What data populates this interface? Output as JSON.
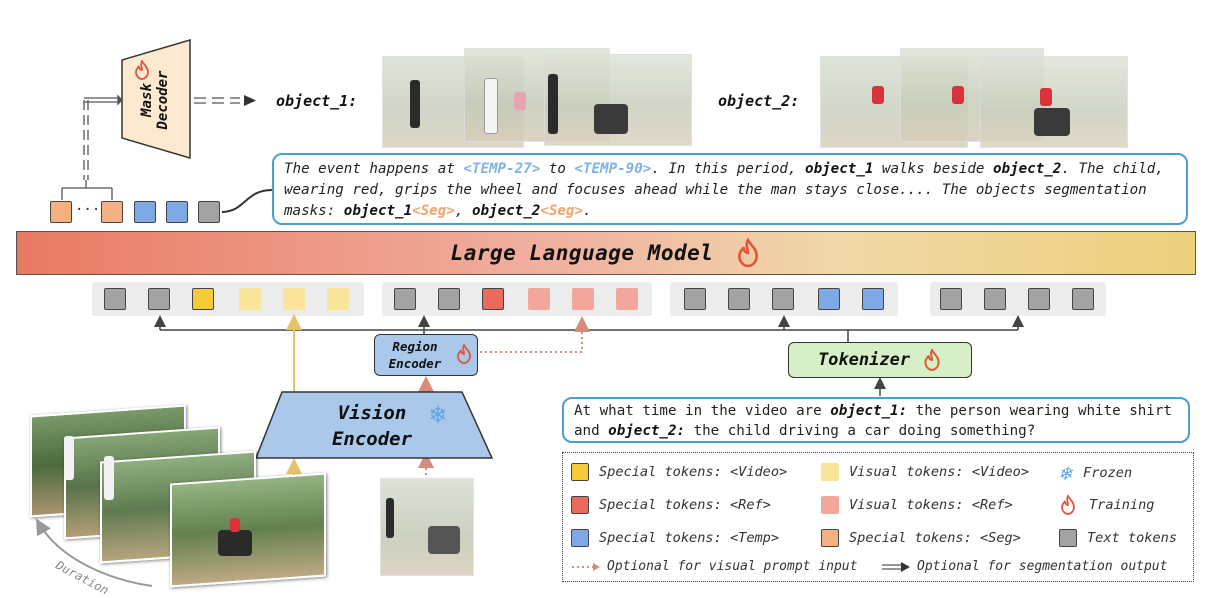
{
  "mask_decoder": {
    "line1": "Mask",
    "line2": "Decoder"
  },
  "objects": {
    "obj1": "object_1:",
    "obj2": "object_2:"
  },
  "response": {
    "p1": "The event happens at ",
    "temp27": "<TEMP-27>",
    "p2": " to ",
    "temp90": "<TEMP-90>",
    "p3": ". In this period, ",
    "o1": "object_1",
    "p4": " walks beside ",
    "o2": "object_2",
    "p5": ". The child, wearing red, grips the wheel and focuses ahead while the man stays close.... The objects segmentation masks: ",
    "o1b": "object_1",
    "seg1": "<Seg>",
    "p6": ", ",
    "o2b": "object_2",
    "seg2": "<Seg>",
    "p7": "."
  },
  "llm": {
    "label": "Large Language Model"
  },
  "region_encoder": {
    "line1": "Region",
    "line2": "Encoder"
  },
  "tokenizer": {
    "label": "Tokenizer"
  },
  "vision_encoder": {
    "line1": "Vision",
    "line2": "Encoder"
  },
  "question": {
    "q1": "At what time in the video are ",
    "o1": "object_1:",
    "q2": " the person wearing white shirt and ",
    "o2": "object_2:",
    "q3": " the child driving a car doing something?"
  },
  "duration": "Duration",
  "ellipsis": "···",
  "legend": {
    "special_video": "Special tokens: <Video>",
    "visual_video": "Visual tokens: <Video>",
    "frozen": "Frozen",
    "special_ref": "Special tokens: <Ref>",
    "visual_ref": "Visual tokens: <Ref>",
    "training": "Training",
    "special_temp": "Special tokens: <Temp>",
    "special_seg": "Special tokens: <Seg>",
    "text_tokens": "Text tokens",
    "optional_visual": "Optional for visual prompt input",
    "optional_seg": "Optional for segmentation output"
  },
  "colors": {
    "special_video": "#f5cb3a",
    "visual_video": "#f9e49a",
    "special_ref": "#e96b5e",
    "visual_ref": "#f3a79c",
    "special_temp": "#7fa9e6",
    "special_seg": "#f4b07f",
    "text_token": "#a3a3a3",
    "flame": "#e2553b",
    "snow": "#5aa6e0",
    "encoder_blue": "#a9c8ea",
    "tokenizer_green": "#d6efc6",
    "decoder_cream": "#fde9cf"
  },
  "icons": [
    "flame-icon",
    "snowflake-icon",
    "arrow-icon"
  ]
}
